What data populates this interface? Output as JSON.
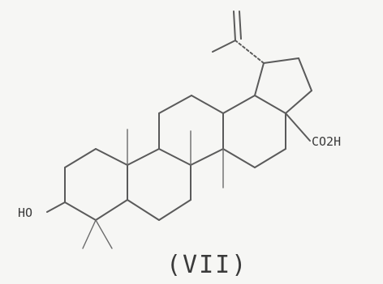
{
  "diagram": {
    "labels": {
      "hydroxyl": "HO",
      "carboxyl": "CO2H",
      "compound": "(VII)"
    },
    "colors": {
      "bond": "#5a5a5a",
      "text": "#3a3a3a",
      "background": "#f6f6f4"
    }
  }
}
